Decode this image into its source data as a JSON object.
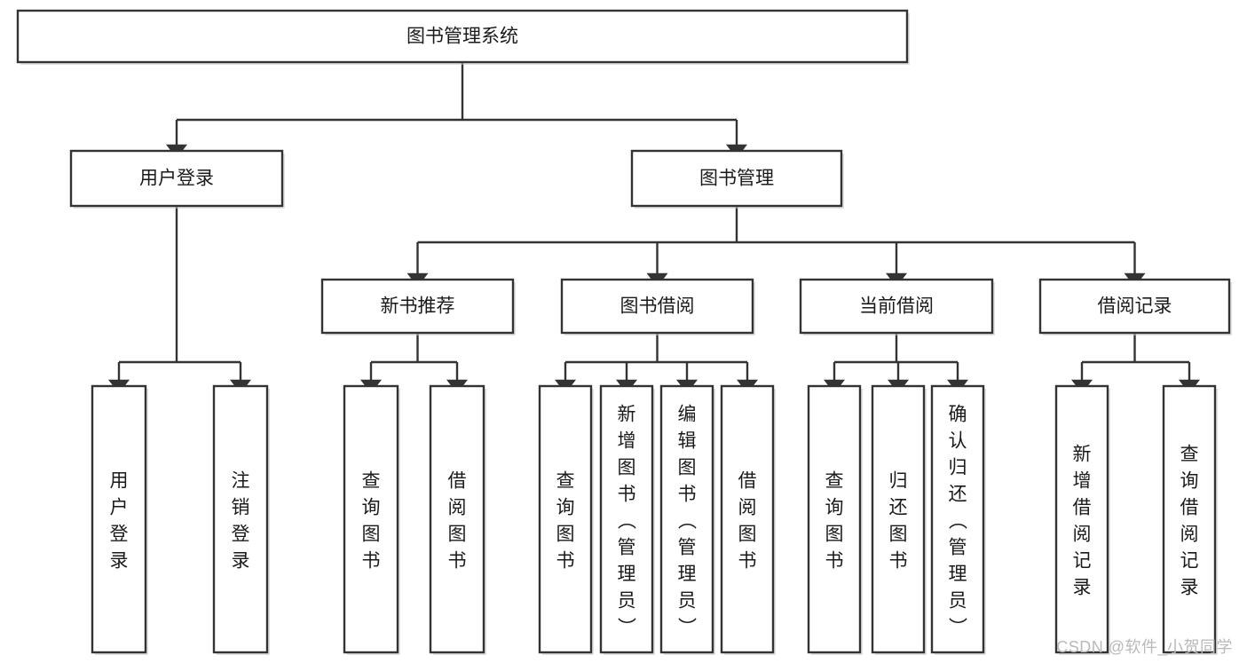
{
  "diagram": {
    "type": "tree",
    "title": "图书管理系统",
    "orientation": "top-down",
    "background_color": "#ffffff",
    "box_stroke_color": "#333333",
    "box_fill_color": "#ffffff",
    "text_color": "#1a1a1a"
  },
  "root": {
    "id": "root",
    "label": "图书管理系统",
    "level": 0,
    "orientation": "horizontal"
  },
  "level2": [
    {
      "id": "user-login",
      "label": "用户登录",
      "orientation": "horizontal"
    },
    {
      "id": "book-management",
      "label": "图书管理",
      "orientation": "horizontal"
    }
  ],
  "level3": [
    {
      "id": "new-book-recommend",
      "label": "新书推荐",
      "orientation": "horizontal",
      "parent": "book-management"
    },
    {
      "id": "book-borrow",
      "label": "图书借阅",
      "orientation": "horizontal",
      "parent": "book-management"
    },
    {
      "id": "current-borrow",
      "label": "当前借阅",
      "orientation": "horizontal",
      "parent": "book-management"
    },
    {
      "id": "borrow-record",
      "label": "借阅记录",
      "orientation": "horizontal",
      "parent": "book-management"
    }
  ],
  "leaves": [
    {
      "id": "leaf-user-login",
      "label": "用户登录",
      "orientation": "vertical",
      "parent": "user-login"
    },
    {
      "id": "leaf-logout",
      "label": "注销登录",
      "orientation": "vertical",
      "parent": "user-login"
    },
    {
      "id": "leaf-query-book-1",
      "label": "查询图书",
      "orientation": "vertical",
      "parent": "new-book-recommend"
    },
    {
      "id": "leaf-borrow-book-1",
      "label": "借阅图书",
      "orientation": "vertical",
      "parent": "new-book-recommend"
    },
    {
      "id": "leaf-query-book-2",
      "label": "查询图书",
      "orientation": "vertical",
      "parent": "book-borrow"
    },
    {
      "id": "leaf-add-book",
      "label": "新增图书（管理员）",
      "orientation": "vertical",
      "parent": "book-borrow"
    },
    {
      "id": "leaf-edit-book",
      "label": "编辑图书（管理员）",
      "orientation": "vertical",
      "parent": "book-borrow"
    },
    {
      "id": "leaf-borrow-book-2",
      "label": "借阅图书",
      "orientation": "vertical",
      "parent": "book-borrow"
    },
    {
      "id": "leaf-query-book-3",
      "label": "查询图书",
      "orientation": "vertical",
      "parent": "current-borrow"
    },
    {
      "id": "leaf-return-book",
      "label": "归还图书",
      "orientation": "vertical",
      "parent": "current-borrow"
    },
    {
      "id": "leaf-confirm-return",
      "label": "确认归还（管理员）",
      "orientation": "vertical",
      "parent": "current-borrow"
    },
    {
      "id": "leaf-add-record",
      "label": "新增借阅记录",
      "orientation": "vertical",
      "parent": "borrow-record"
    },
    {
      "id": "leaf-query-record",
      "label": "查询借阅记录",
      "orientation": "vertical",
      "parent": "borrow-record"
    }
  ],
  "watermark": {
    "text": "CSDN @软件_小贺同学",
    "color": "#b9b9b9"
  }
}
